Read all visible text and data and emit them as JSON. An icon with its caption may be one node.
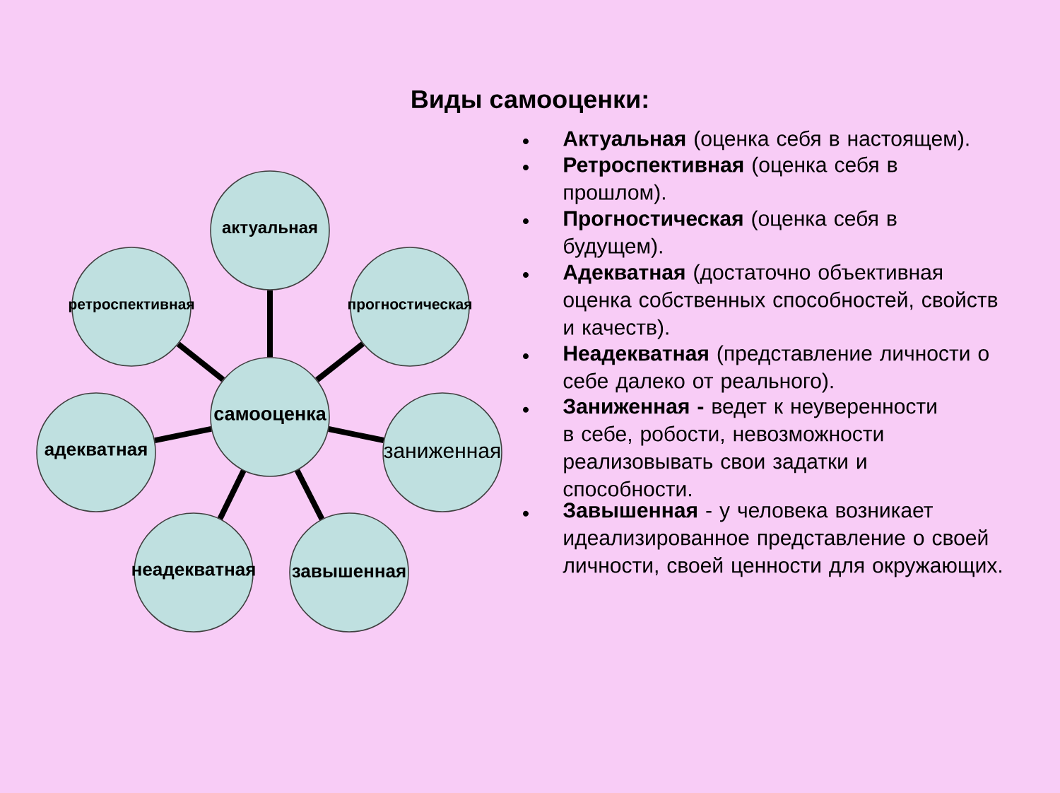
{
  "diagram": {
    "title": "Виды самооценки:",
    "nodes": [
      {
        "text": [
          "самооценка"
        ]
      },
      {
        "text": [
          "актуальная"
        ]
      },
      {
        "text": [
          "ретроспективная"
        ]
      },
      {
        "text": [
          "прогностическая"
        ]
      },
      {
        "text": [
          "адекватная"
        ]
      },
      {
        "text": [
          "заниженная"
        ]
      },
      {
        "text": [
          "неадекватная"
        ]
      },
      {
        "text": [
          "завышенная"
        ]
      }
    ],
    "edges": [
      {
        "from": 0,
        "to": 1,
        "arrow": "none"
      },
      {
        "from": 0,
        "to": 2,
        "arrow": "none"
      },
      {
        "from": 0,
        "to": 3,
        "arrow": "none"
      },
      {
        "from": 0,
        "to": 4,
        "arrow": "none"
      },
      {
        "from": 0,
        "to": 5,
        "arrow": "none"
      },
      {
        "from": 0,
        "to": 6,
        "arrow": "none"
      },
      {
        "from": 0,
        "to": 7,
        "arrow": "none"
      }
    ],
    "labels": [
      "**Актуальная** (оценка себя в настоящем).",
      "**Ретроспективная** (оценка себя в прошлом).",
      "**Прогностическая** (оценка себя в будущем).",
      "**Адекватная** (достаточно объективная оценка собственных способностей, свойств и качеств).",
      "**Неадекватная** (представление личности о себе далеко от реального).",
      "**Заниженная -** ведет к неуверенности в себе, робости, невозможности реализовывать свои задатки и способности.",
      "**Завышенная** - у человека возникает идеализированное представление о своей личности, своей ценности для окружающих."
    ]
  }
}
